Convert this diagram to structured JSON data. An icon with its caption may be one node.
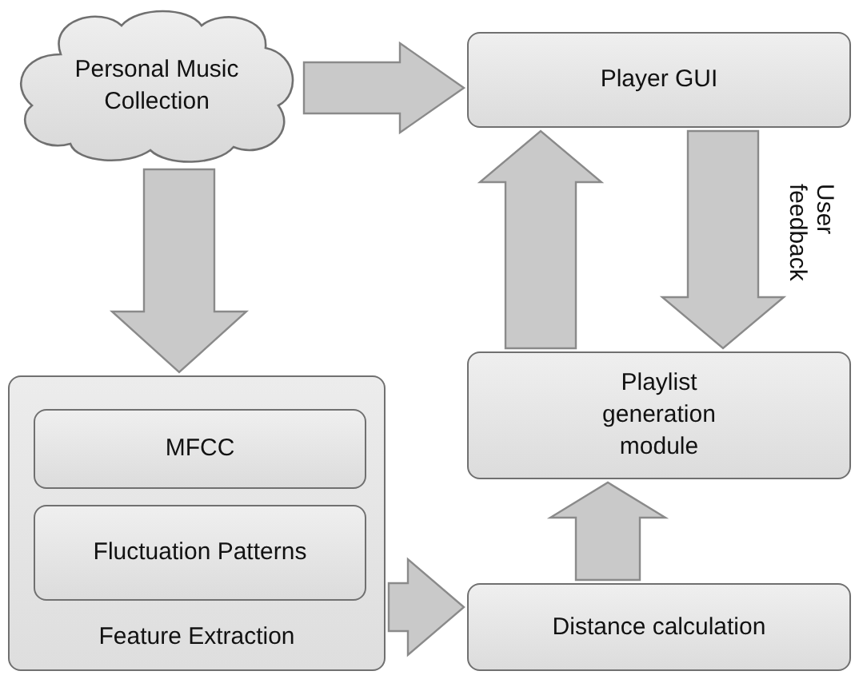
{
  "diagram": {
    "nodes": [
      {
        "text": [
          "Personal Music Collection"
        ]
      },
      {
        "text": [
          "Player GUI"
        ]
      },
      {
        "text": [
          "Feature Extraction"
        ]
      },
      {
        "text": [
          "MFCC"
        ],
        "in": 2
      },
      {
        "text": [
          "Fluctuation Patterns"
        ],
        "in": 2
      },
      {
        "text": [
          "Playlist generation module"
        ]
      },
      {
        "text": [
          "Distance calculation"
        ]
      }
    ],
    "edges": [
      {
        "from": 0,
        "to": 1,
        "arrow": "to",
        "style": "thick"
      },
      {
        "from": 0,
        "to": 2,
        "arrow": "to",
        "style": "thick"
      },
      {
        "from": 2,
        "to": 6,
        "arrow": "to",
        "style": "thick"
      },
      {
        "from": 6,
        "to": 5,
        "arrow": "to",
        "style": "thick"
      },
      {
        "from": 5,
        "to": 1,
        "arrow": "to",
        "style": "thick"
      },
      {
        "from": 1,
        "to": 5,
        "arrow": "to",
        "style": "thick",
        "label": "User feedback"
      }
    ]
  }
}
